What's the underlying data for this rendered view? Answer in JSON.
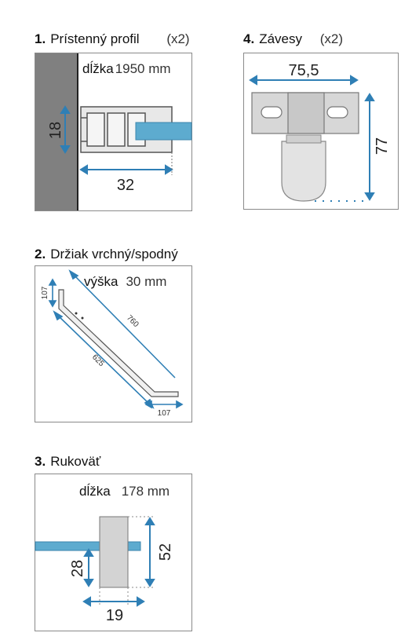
{
  "sections": {
    "profile": {
      "number": "1.",
      "title": "Prístenný profil",
      "qty": "(x2)",
      "length_label": "dĺžka",
      "length_value": "1950 mm",
      "dim_height": "18",
      "dim_width": "32"
    },
    "hinges": {
      "number": "4.",
      "title": "Závesy",
      "qty": "(x2)",
      "dim_width": "75,5",
      "dim_height": "77"
    },
    "holder": {
      "number": "2.",
      "title": "Držiak vrchný/spodný",
      "height_label": "výška",
      "height_value": "30 mm",
      "dim_long": "760",
      "dim_inner": "625",
      "dim_top": "107",
      "dim_bottom": "107"
    },
    "handle": {
      "number": "3.",
      "title": "Rukoväť",
      "length_label": "dĺžka",
      "length_value": "178 mm",
      "dim_height": "52",
      "dim_mount": "28",
      "dim_width": "19"
    }
  },
  "colors": {
    "arrow": "#2f7fb5",
    "glass": "#5dabcf",
    "wall": "#808080",
    "steel": "#d7d7d7"
  }
}
